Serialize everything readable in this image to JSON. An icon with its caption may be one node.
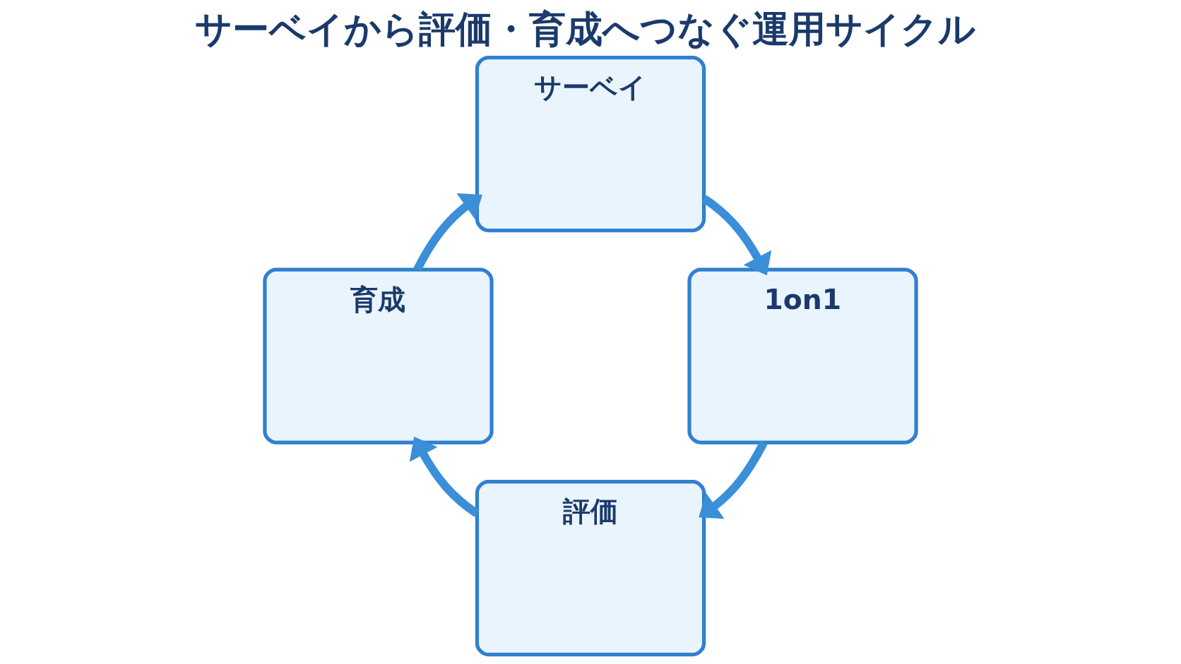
{
  "diagram": {
    "title": "サーベイから評価・育成へつなぐ運用サイクル",
    "nodes": [
      {
        "text": [
          "サーベイ"
        ]
      },
      {
        "text": [
          "1on1"
        ]
      },
      {
        "text": [
          "評価"
        ]
      },
      {
        "text": [
          "育成"
        ]
      }
    ],
    "edges": [
      {
        "from": 0,
        "to": 1,
        "arrow": "to"
      },
      {
        "from": 1,
        "to": 2,
        "arrow": "to"
      },
      {
        "from": 2,
        "to": 3,
        "arrow": "to"
      },
      {
        "from": 3,
        "to": 0,
        "arrow": "to"
      }
    ]
  }
}
